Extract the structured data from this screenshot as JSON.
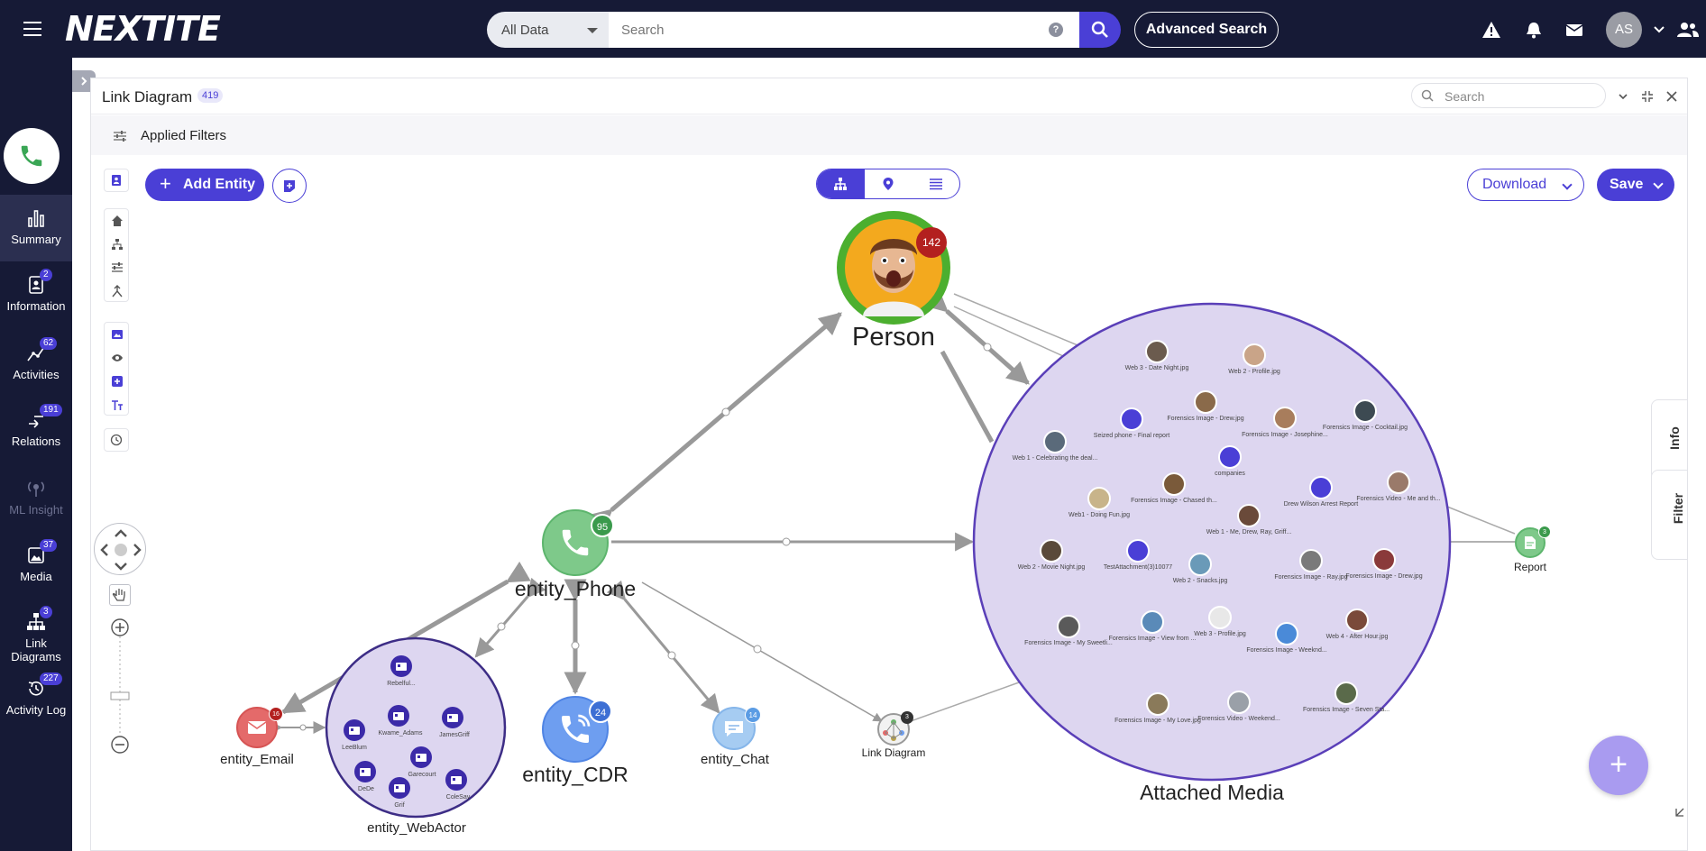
{
  "topbar": {
    "logo": "NEXTITE",
    "search_scope": "All Data",
    "search_placeholder": "Search",
    "search_help": "?",
    "advanced_search": "Advanced Search",
    "avatar_initials": "AS"
  },
  "sidebar": {
    "items": [
      {
        "label": "Summary",
        "badge": ""
      },
      {
        "label": "Information",
        "badge": "2"
      },
      {
        "label": "Activities",
        "badge": "62"
      },
      {
        "label": "Relations",
        "badge": "191"
      },
      {
        "label": "ML Insight",
        "badge": ""
      },
      {
        "label": "Media",
        "badge": "37"
      },
      {
        "label": "Link Diagrams",
        "badge": "3"
      },
      {
        "label": "Activity Log",
        "badge": "227"
      }
    ]
  },
  "panel": {
    "title": "Link Diagram",
    "count": "419",
    "search_placeholder": "Search",
    "applied_filters": "Applied Filters",
    "add_entity": "Add Entity",
    "download": "Download",
    "save": "Save",
    "side_tabs": [
      "Info",
      "Filter"
    ]
  },
  "diagram": {
    "nodes": {
      "person": {
        "label": "Person",
        "badge": "142"
      },
      "phone": {
        "label": "entity_Phone",
        "badge": "95"
      },
      "email": {
        "label": "entity_Email",
        "badge": "16"
      },
      "webactor": {
        "label": "entity_WebActor"
      },
      "cdr": {
        "label": "entity_CDR",
        "badge": "24"
      },
      "chat": {
        "label": "entity_Chat",
        "badge": "14"
      },
      "linkdiagram": {
        "label": "Link Diagram",
        "badge": "3"
      },
      "media": {
        "label": "Attached Media"
      },
      "report": {
        "label": "Report",
        "badge": "3"
      }
    },
    "webactor_items": [
      "Rebelful...",
      "Kwame_Adams",
      "JamesGriff",
      "LeeBlum",
      "Garecourt",
      "DeDe",
      "Grif",
      "ColeSay"
    ],
    "media_items": [
      "Web 3 - Date Night.jpg",
      "Web 2 - Profile.jpg",
      "Seized phone - Final report",
      "Forensics Image - Drew.jpg",
      "Forensics Image - Josephine...",
      "Forensics Image - Cocktail.jpg",
      "Web 1 - Celebrating the deal...",
      "companies",
      "Web1 - Doing Fun.jpg",
      "Forensics Image - Chased th...",
      "Drew Wilson Arrest Report",
      "Forensics Video - Me and th...",
      "Web 1 - Me, Drew, Ray, Griff...",
      "Web 2 - Movie Night.jpg",
      "TestAttachment(3)10077",
      "Web 2 - Snacks.jpg",
      "Forensics Image - Ray.jpg",
      "Forensics Image - Drew.jpg",
      "Forensics Image - My Sweetli...",
      "Forensics Image - View from ...",
      "Web 3 - Profile.jpg",
      "Forensics Image - Weeknd...",
      "Web 4 - After Hour.jpg",
      "Forensics Image - My Love.jpg",
      "Forensics Video - Weekend...",
      "Forensics Image - Seven Sta..."
    ]
  },
  "colors": {
    "nav_bg": "#161a36",
    "accent": "#4a3fd6",
    "person_ring": "#4caf2f",
    "phone_green": "#7ec98a",
    "cdr_blue": "#6e9ef0",
    "email_red": "#e46a6a",
    "media_fill": "#ddd6f0",
    "media_stroke": "#5a3fb8",
    "badge_red": "#b3201f"
  }
}
